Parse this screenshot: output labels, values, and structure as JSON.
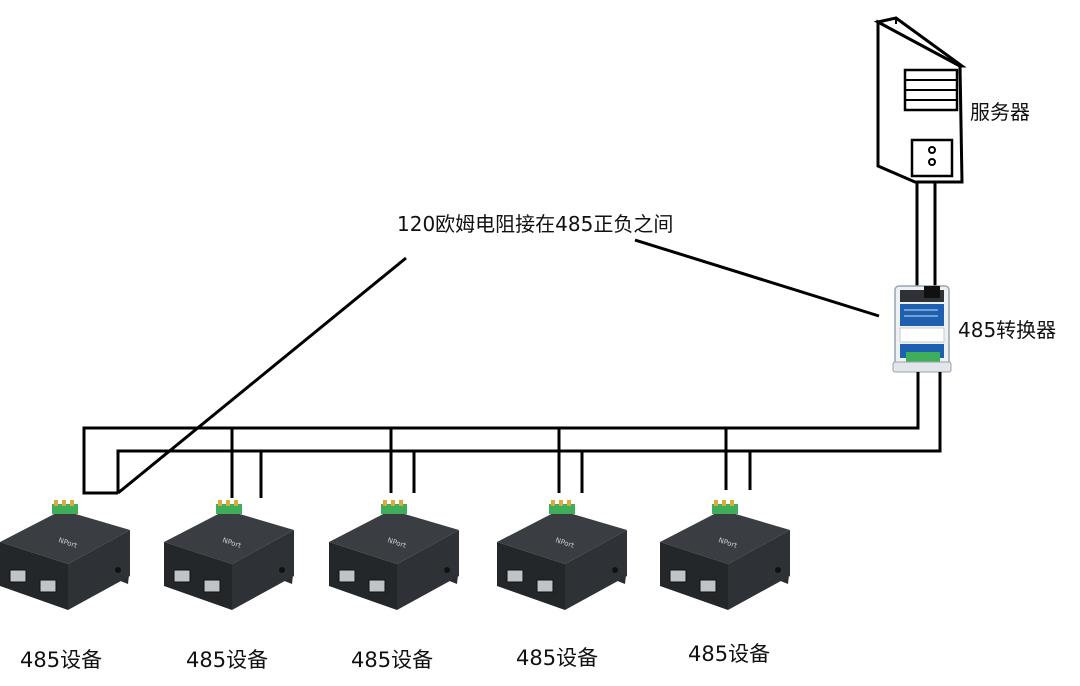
{
  "labels": {
    "server": "服务器",
    "converter": "485转换器",
    "resistor_note": "120欧姆电阻接在485正负之间"
  },
  "devices": [
    {
      "label": "485设备",
      "model": "NPort"
    },
    {
      "label": "485设备",
      "model": "NPort"
    },
    {
      "label": "485设备",
      "model": "NPort"
    },
    {
      "label": "485设备",
      "model": "NPort"
    },
    {
      "label": "485设备",
      "model": "NPort"
    }
  ],
  "colors": {
    "wire": "#000000",
    "device_body": "#2b2f33",
    "terminal_green": "#3fae5a",
    "converter_blue": "#1f5fb0"
  }
}
